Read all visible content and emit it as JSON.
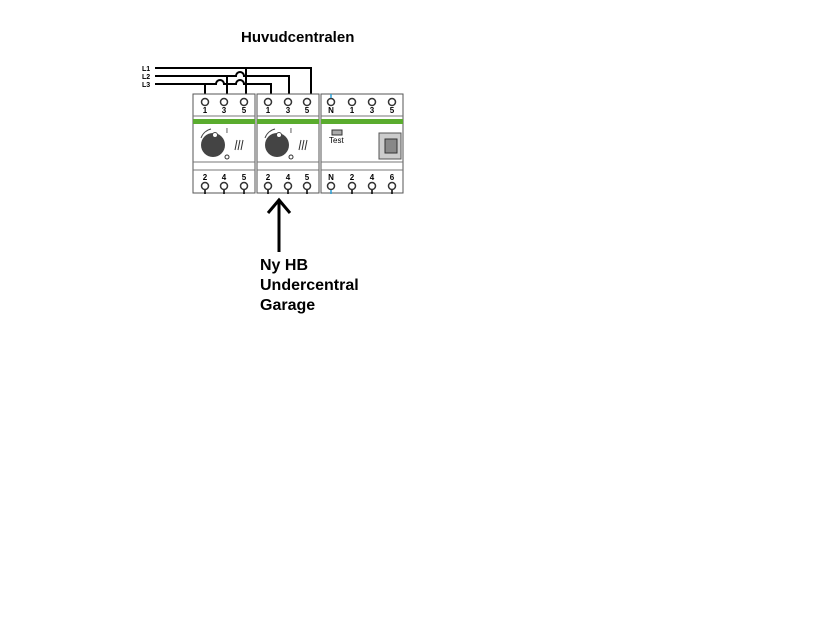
{
  "title": "Huvudcentralen",
  "phases": [
    "L1",
    "L2",
    "L3"
  ],
  "modules": [
    {
      "top_terminals": [
        "1",
        "3",
        "5"
      ],
      "bottom_terminals": [
        "2",
        "4",
        "5"
      ],
      "dial_mark": "I"
    },
    {
      "top_terminals": [
        "1",
        "3",
        "5"
      ],
      "bottom_terminals": [
        "2",
        "4",
        "5"
      ],
      "dial_mark": "I"
    },
    {
      "top_terminals": [
        "N",
        "1",
        "3",
        "5"
      ],
      "bottom_terminals": [
        "N",
        "2",
        "4",
        "6"
      ],
      "test_label": "Test"
    }
  ],
  "note": {
    "line1": "Ny HB",
    "line2": "Undercentral",
    "line3": "Garage"
  },
  "colors": {
    "band": "#5aac2e",
    "neutral": "#2a9fd6"
  }
}
